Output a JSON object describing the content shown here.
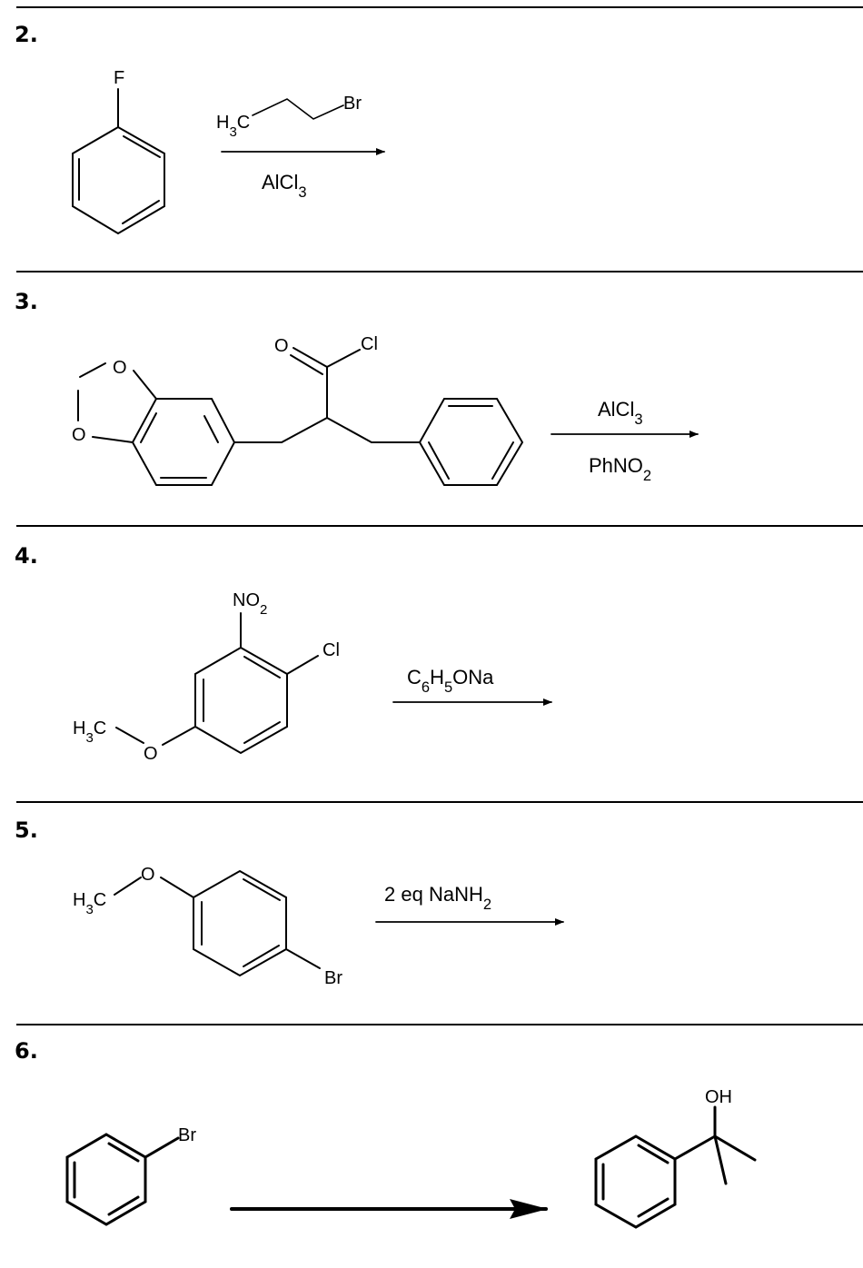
{
  "problems": [
    {
      "number": "2.",
      "start_substituent": "F",
      "reagent": {
        "label": "H3C",
        "substituent": "Br"
      },
      "condition": "AlCl3"
    },
    {
      "number": "3.",
      "ring_atoms": [
        "O",
        "O"
      ],
      "acyl": {
        "oxygen": "O",
        "chlorine": "Cl"
      },
      "condition_top": "AlCl3",
      "condition_bottom": "PhNO2"
    },
    {
      "number": "4.",
      "substituents": {
        "nitro": "NO2",
        "chloro": "Cl",
        "methoxy_c": "H3C",
        "methoxy_o": "O"
      },
      "reagent": "C6H5ONa"
    },
    {
      "number": "5.",
      "substituents": {
        "methoxy_c": "H3C",
        "methoxy_o": "O",
        "bromo": "Br"
      },
      "reagent": "2 eq NaNH2"
    },
    {
      "number": "6.",
      "start_substituent": "Br",
      "product_group": "OH"
    }
  ]
}
